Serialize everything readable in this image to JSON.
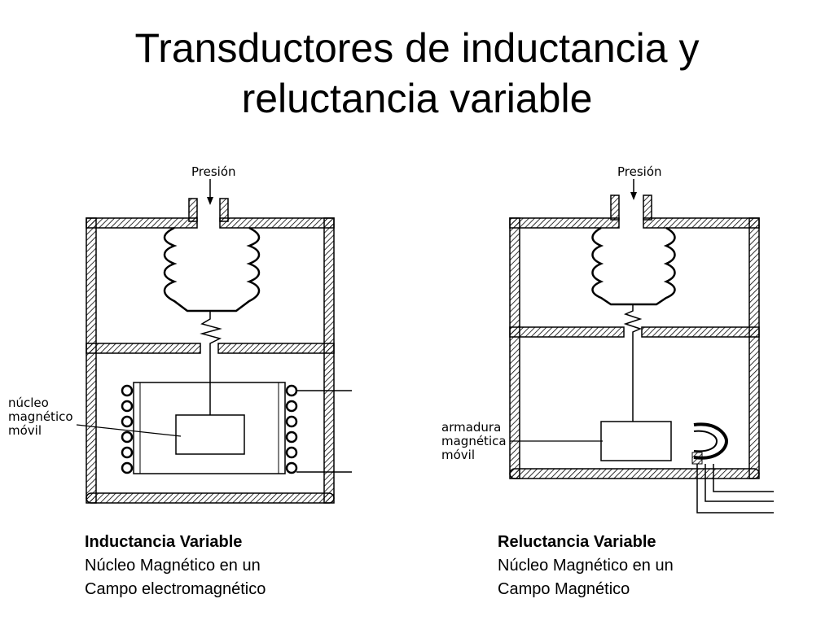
{
  "title": {
    "line1": "Transductores de inductancia y",
    "line2": "reluctancia variable"
  },
  "left_diagram": {
    "pressure_label": "Presión",
    "core_label": [
      "núcleo",
      "magnético",
      "móvil"
    ]
  },
  "right_diagram": {
    "pressure_label": "Presión",
    "armature_label": [
      "armadura",
      "magnética",
      "móvil"
    ]
  },
  "captions": {
    "left": {
      "title": "Inductancia Variable",
      "line1": "Núcleo Magnético en un",
      "line2": "Campo electromagnético"
    },
    "right": {
      "title": "Reluctancia Variable",
      "line1": "Núcleo Magnético en un",
      "line2": "Campo Magnético"
    }
  }
}
